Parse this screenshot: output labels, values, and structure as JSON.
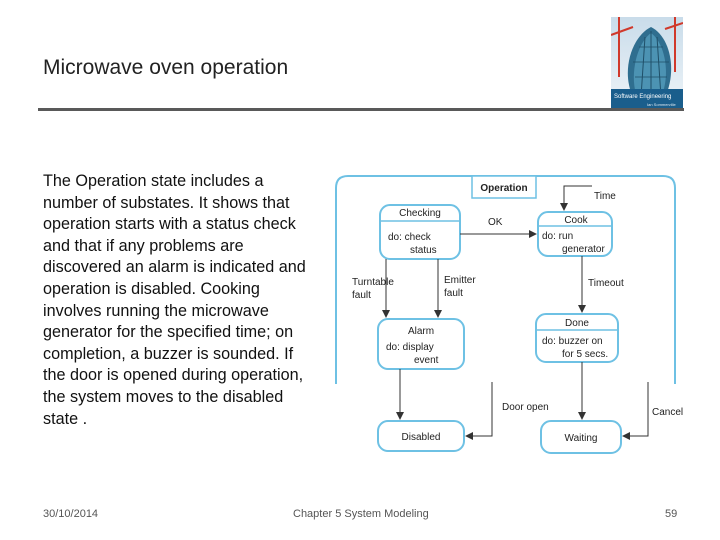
{
  "slide": {
    "title": "Microwave oven operation",
    "body": "The Operation state includes a number of substates. It shows that operation starts with a status check and that if any problems are discovered an alarm is indicated and operation is disabled. Cooking involves running the microwave generator for the specified time; on completion, a buzzer is sounded. If the door is opened during operation, the system moves to the disabled state .",
    "book_cover": {
      "banner": "Software Engineering",
      "subtitle": "Ian Sommerville"
    },
    "footer": {
      "date": "30/10/2014",
      "chapter": "Chapter 5 System Modeling",
      "page": "59"
    }
  },
  "diagram": {
    "superstate": "Operation",
    "states": {
      "checking": {
        "name": "Checking",
        "action1": "do: check",
        "action2": "status"
      },
      "cook": {
        "name": "Cook",
        "action1": "do: run",
        "action2": "generator"
      },
      "alarm": {
        "name": "Alarm",
        "action1": "do: display",
        "action2": "event"
      },
      "done": {
        "name": "Done",
        "action1": "do: buzzer on",
        "action2": "for 5 secs."
      },
      "disabled": {
        "name": "Disabled"
      },
      "waiting": {
        "name": "Waiting"
      }
    },
    "transitions": {
      "ok": "OK",
      "time": "Time",
      "turntable_fault_1": "Turntable",
      "turntable_fault_2": "fault",
      "emitter_fault_1": "Emitter",
      "emitter_fault_2": "fault",
      "timeout": "Timeout",
      "door_open": "Door open",
      "cancel": "Cancel"
    },
    "colors": {
      "state_border": "#6ec1e4",
      "arrow": "#333333"
    }
  }
}
